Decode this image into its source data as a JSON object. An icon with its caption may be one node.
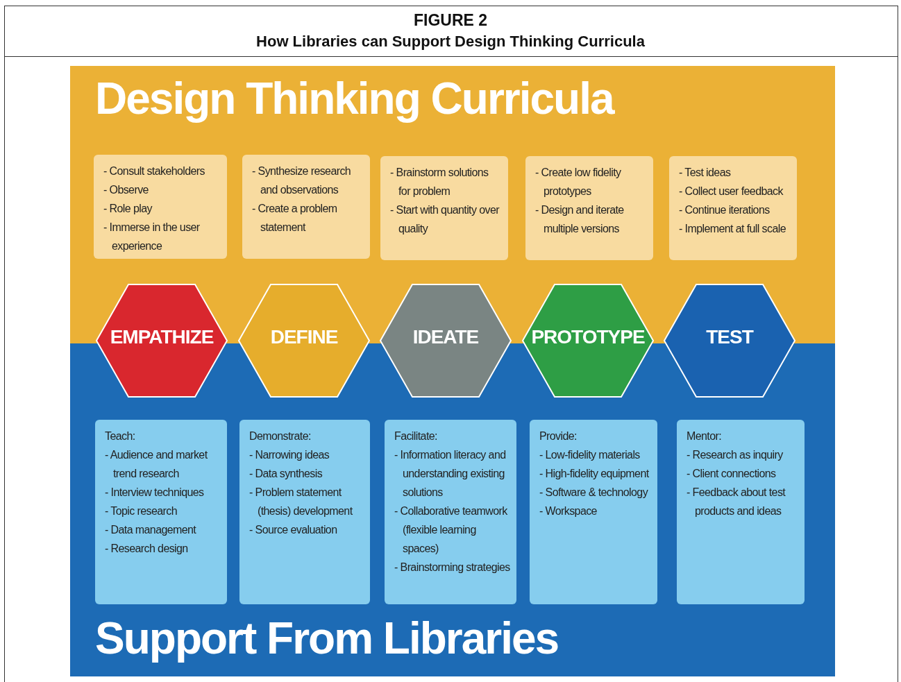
{
  "diagram": {
    "title": "FIGURE 2",
    "caption": "How Libraries can Support Design Thinking Curricula",
    "nodes": [
      {
        "text": [
          "Design Thinking Curricula"
        ]
      },
      {
        "text": [
          "- Consult stakeholders",
          "- Observe",
          "- Role play",
          "- Immerse in the user experience"
        ],
        "in": 0
      },
      {
        "text": [
          "- Synthesize research and observations",
          "- Create a problem statement"
        ],
        "in": 0
      },
      {
        "text": [
          "- Brainstorm solutions for problem",
          "- Start with quantity over quality"
        ],
        "in": 0
      },
      {
        "text": [
          "- Create low fidelity prototypes",
          "- Design and iterate multiple versions"
        ],
        "in": 0
      },
      {
        "text": [
          "- Test ideas",
          "- Collect user feedback",
          "- Continue iterations",
          "- Implement at full scale"
        ],
        "in": 0
      },
      {
        "text": [
          "EMPATHIZE"
        ]
      },
      {
        "text": [
          "DEFINE"
        ]
      },
      {
        "text": [
          "IDEATE"
        ]
      },
      {
        "text": [
          "PROTOTYPE"
        ]
      },
      {
        "text": [
          "TEST"
        ]
      },
      {
        "text": [
          "Support From Libraries"
        ]
      },
      {
        "text": [
          "Teach:",
          "- Audience and market trend research",
          "- Interview techniques",
          "- Topic research",
          "- Data management",
          "- Research design"
        ],
        "in": 11
      },
      {
        "text": [
          "Demonstrate:",
          "- Narrowing ideas",
          "- Data synthesis",
          "- Problem statement (thesis) development",
          "- Source evaluation"
        ],
        "in": 11
      },
      {
        "text": [
          "Facilitate:",
          "- Information literacy and understanding existing solutions",
          "- Collaborative teamwork (flexible learning spaces)",
          "- Brainstorming strategies"
        ],
        "in": 11
      },
      {
        "text": [
          "Provide:",
          "- Low-fidelity materials",
          "- High-fidelity equipment",
          "- Software & technology",
          "- Workspace"
        ],
        "in": 11
      },
      {
        "text": [
          "Mentor:",
          "- Research as inquiry",
          "- Client connections",
          "- Feedback about test products and ideas"
        ],
        "in": 11
      }
    ],
    "edges": []
  }
}
